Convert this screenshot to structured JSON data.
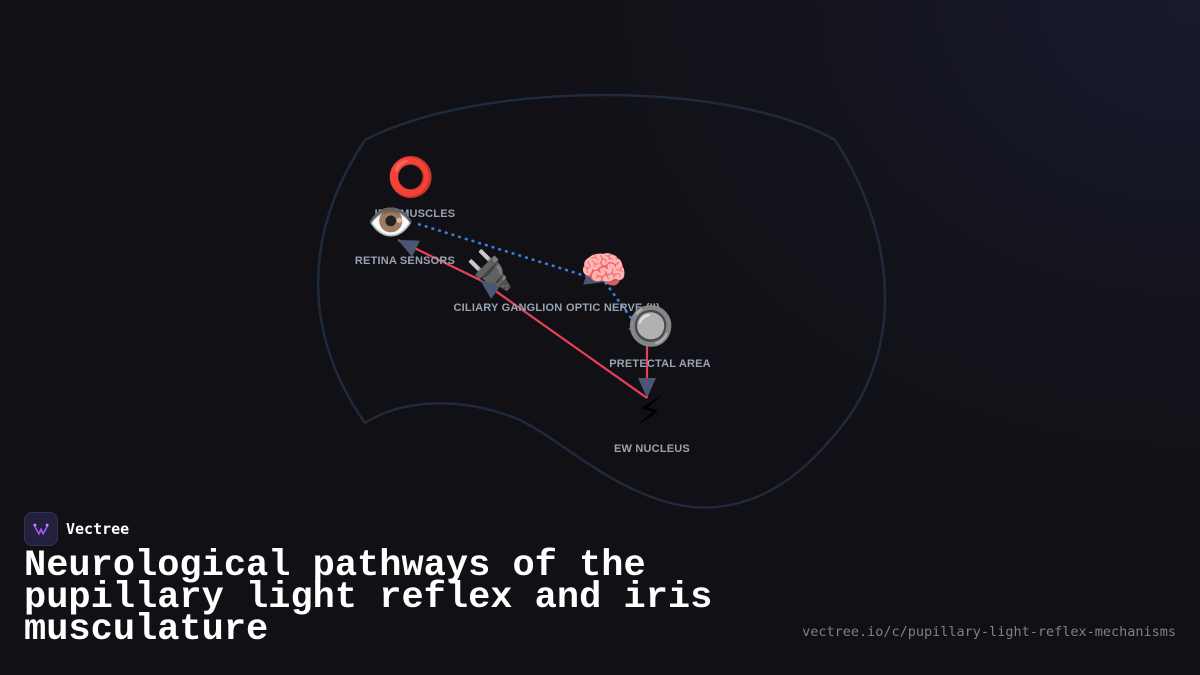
{
  "brand": {
    "name": "Vectree",
    "logo_icon": "vectree-logo-icon"
  },
  "title": "Neurological pathways of the pupillary light reflex and iris musculature",
  "url": "vectree.io/c/pupillary-light-reflex-mechanisms",
  "colors": {
    "background": "#101015",
    "blob_outline": "#1f2a3d",
    "edge_solid": "#e8415a",
    "edge_dashed": "#3b7ddd",
    "arrowhead": "#4b5675",
    "label": "#9aa3b2",
    "title": "#ffffff",
    "url": "#7c7f8e"
  },
  "nodes": [
    {
      "id": "iris",
      "icon": "red-circle-icon",
      "emoji": "⭕",
      "label": "IRIS MUSCLES"
    },
    {
      "id": "retina",
      "icon": "eye-icon",
      "emoji": "👁️",
      "label": "RETINA SENSORS"
    },
    {
      "id": "ciliary",
      "icon": "plug-icon",
      "emoji": "🔌",
      "label": "CILIARY GANGLION"
    },
    {
      "id": "optic",
      "icon": "brain-icon",
      "emoji": "🧠",
      "label": "OPTIC NERVE (II)"
    },
    {
      "id": "pretectal",
      "icon": "radio-button-icon",
      "emoji": "🔘",
      "label": "PRETECTAL AREA"
    },
    {
      "id": "ew",
      "icon": "lightning-icon",
      "emoji": "⚡",
      "label": "EW NUCLEUS"
    }
  ],
  "edges": [
    {
      "from": "retina",
      "to": "optic",
      "style": "dashed"
    },
    {
      "from": "optic",
      "to": "pretectal",
      "style": "dashed"
    },
    {
      "from": "pretectal",
      "to": "ew",
      "style": "solid"
    },
    {
      "from": "ew",
      "to": "ciliary",
      "style": "solid"
    },
    {
      "from": "ciliary",
      "to": "retina",
      "style": "solid"
    }
  ]
}
